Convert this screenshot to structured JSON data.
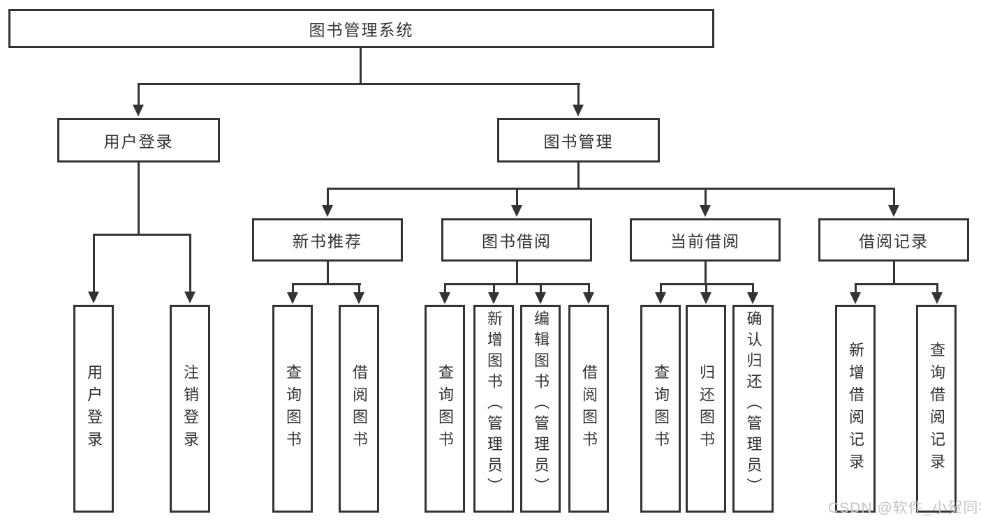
{
  "diagram": {
    "root": {
      "label": "图书管理系统"
    },
    "level2": {
      "user_login": {
        "label": "用户登录"
      },
      "book_mgmt": {
        "label": "图书管理"
      }
    },
    "level3": {
      "new_books": {
        "label": "新书推荐"
      },
      "book_borrow": {
        "label": "图书借阅"
      },
      "current_borrow": {
        "label": "当前借阅"
      },
      "borrow_records": {
        "label": "借阅记录"
      }
    },
    "leaves": {
      "user_login": {
        "label": "用户登录"
      },
      "logout": {
        "label": "注销登录"
      },
      "nb_query": {
        "label": "查询图书"
      },
      "nb_borrow": {
        "label": "借阅图书"
      },
      "bb_query": {
        "label": "查询图书"
      },
      "bb_add": {
        "label": "新增图书（管理员）"
      },
      "bb_edit": {
        "label": "编辑图书（管理员）"
      },
      "bb_borrow": {
        "label": "借阅图书"
      },
      "cb_query": {
        "label": "查询图书"
      },
      "cb_return": {
        "label": "归还图书"
      },
      "cb_confirm": {
        "label": "确认归还（管理员）"
      },
      "br_add": {
        "label": "新增借阅记录"
      },
      "br_query": {
        "label": "查询借阅记录"
      }
    },
    "colors": {
      "line": "#333333",
      "watermark": "#c4c4c4",
      "background": "#ffffff"
    },
    "watermark": "CSDN @软件_小贺同学"
  }
}
